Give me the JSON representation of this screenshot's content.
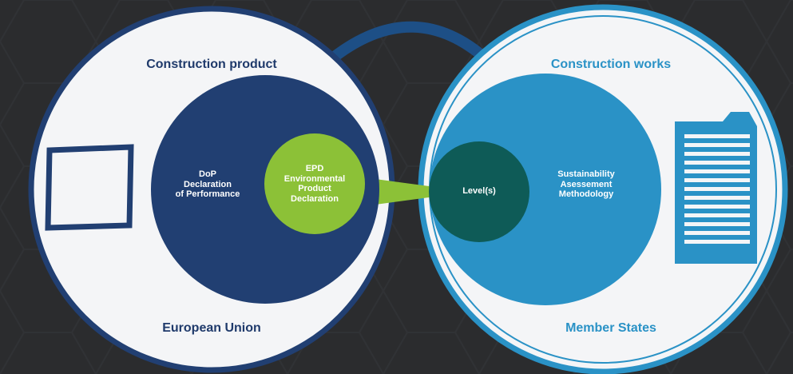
{
  "left": {
    "title": "Construction product",
    "footer": "European Union",
    "dop": [
      "DoP",
      "Declaration",
      "of Performance"
    ],
    "epd": [
      "EPD",
      "Environmental",
      "Product",
      "Declaration"
    ],
    "icon": "product-square-icon"
  },
  "right": {
    "title": "Construction works",
    "footer": "Member States",
    "levels": "Level(s)",
    "methodology": [
      "Sustainability",
      "Asessement",
      "Methodology"
    ],
    "icon": "building-icon"
  },
  "colors": {
    "background": "#2b2c2e",
    "navy": "#213f72",
    "light_blue": "#2a92c6",
    "green": "#8cc137",
    "dark_teal": "#0e5b57",
    "circle_fill": "#f4f5f7"
  }
}
